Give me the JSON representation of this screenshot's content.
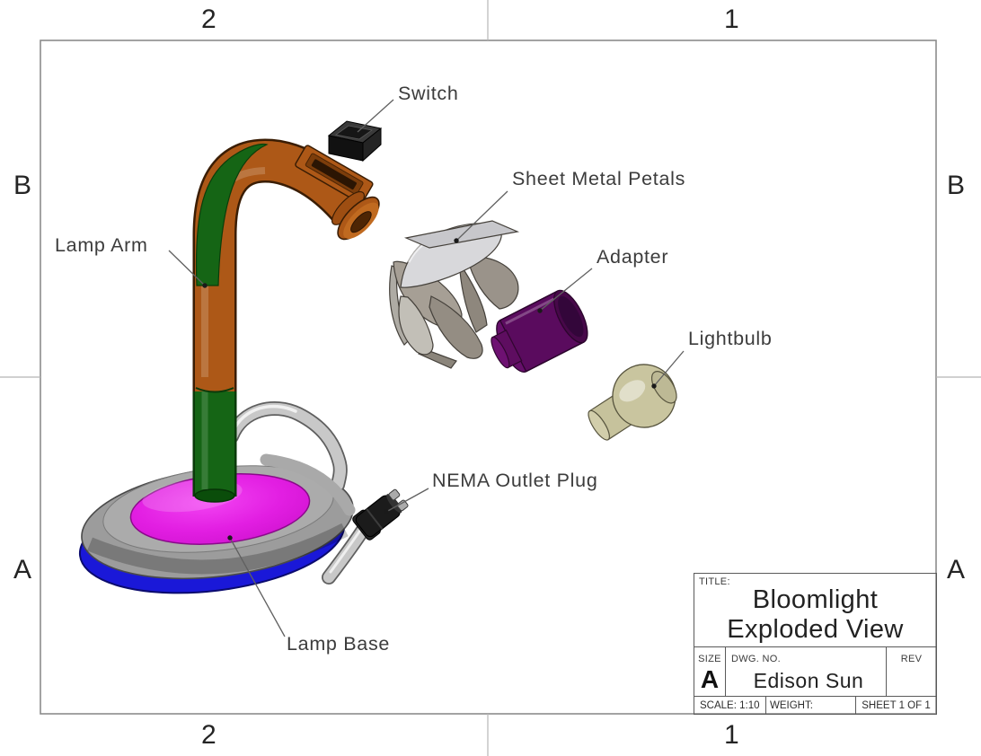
{
  "sheet": {
    "zones": {
      "top_left": "2",
      "top_right": "1",
      "bottom_left": "2",
      "bottom_right": "1",
      "left_top": "B",
      "left_bottom": "A",
      "right_top": "B",
      "right_bottom": "A"
    }
  },
  "labels": {
    "switch": "Switch",
    "sheet_metal_petals": "Sheet Metal Petals",
    "adapter": "Adapter",
    "lightbulb": "Lightbulb",
    "lamp_arm": "Lamp Arm",
    "nema_outlet_plug": "NEMA Outlet Plug",
    "lamp_base": "Lamp Base"
  },
  "title_block": {
    "title_label": "TITLE:",
    "title_line1": "Bloomlight",
    "title_line2": "Exploded View",
    "size_label": "SIZE",
    "size_value": "A",
    "dwg_label": "DWG.  NO.",
    "dwg_value": "Edison Sun",
    "rev_label": "REV",
    "scale_text": "SCALE: 1:10",
    "weight_text": "WEIGHT:",
    "sheet_text": "SHEET 1 OF 1"
  },
  "colors": {
    "arm_orange": "#AD5817",
    "arm_green": "#156515",
    "base_magenta": "#E01EE0",
    "base_blue": "#1A18D8",
    "base_gray": "#9C9C9C",
    "adapter_purple": "#5A0B5E",
    "bulb_khaki": "#C9C59F",
    "petal_light": "#D8D8DB",
    "petal_mid": "#A69F95",
    "petal_dark": "#948D83",
    "cable_gray": "#C8C8C8",
    "plug_black": "#1B1B1B",
    "switch_black": "#111111",
    "leader_line": "#606060",
    "frame_line": "#8C8C8C"
  }
}
